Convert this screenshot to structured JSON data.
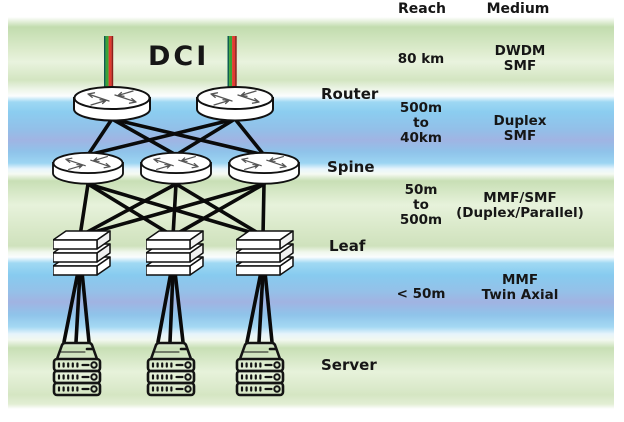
{
  "diagram": {
    "dci_label": "DCI",
    "node_counts": {
      "routers": 2,
      "spines": 3,
      "leaves": 3,
      "servers": 3
    },
    "icon_names": [
      "dci-fiber-cable",
      "router-icon",
      "spine-switch-icon",
      "leaf-switch-icon",
      "server-icon"
    ]
  },
  "table": {
    "headers": {
      "reach": "Reach",
      "medium": "Medium"
    },
    "rows": [
      {
        "tier": "Router",
        "reach": "80 km",
        "medium": "DWDM\nSMF"
      },
      {
        "tier": "Spine",
        "reach": "500m\nto\n40km",
        "medium": "Duplex\nSMF"
      },
      {
        "tier": "Leaf",
        "reach": "50m\nto\n500m",
        "medium": "MMF/SMF\n(Duplex/Parallel)"
      },
      {
        "tier": "Server",
        "reach": "< 50m",
        "medium": "MMF\nTwin Axial"
      }
    ]
  },
  "colors": {
    "band_green": "#d9e9c8",
    "band_blue": "#8ccbef",
    "band_blue_center": "#a0b4e3",
    "fiber_green": "#3aa336",
    "fiber_red": "#e13b30",
    "fiber_dark_green": "#0e5e50",
    "fiber_dark_red": "#8e1e1b",
    "link_black": "#0a0a0a",
    "text": "#161616"
  }
}
